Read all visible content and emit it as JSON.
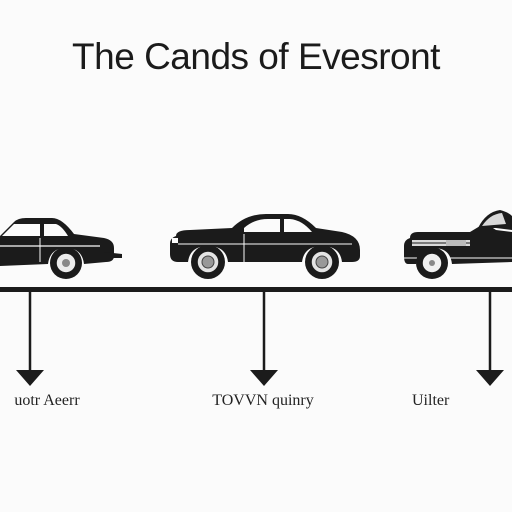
{
  "diagram": {
    "title": "The Cands of Evesront",
    "cars": [
      {
        "name": "car-1",
        "icon": "sedan-car-icon"
      },
      {
        "name": "car-2",
        "icon": "classic-coupe-car-icon"
      },
      {
        "name": "car-3",
        "icon": "vintage-convertible-car-icon"
      }
    ],
    "labels": [
      {
        "text": "uotr Aeerr"
      },
      {
        "text": "TOVVN quinry"
      },
      {
        "text": "Uilter"
      }
    ],
    "colors": {
      "ink": "#1b1b1b",
      "background": "#fbfbfb"
    }
  }
}
